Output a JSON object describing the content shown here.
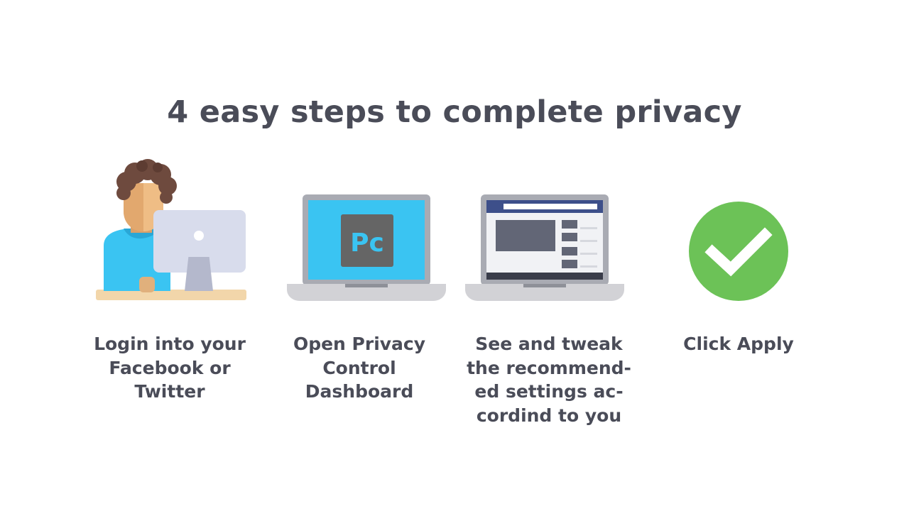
{
  "title": "4 easy steps to complete privacy",
  "steps": [
    {
      "illustration": "person-at-computer-icon",
      "caption": "Login into your\nFacebook or\nTwitter"
    },
    {
      "illustration": "laptop-pc-logo-icon",
      "logo_text": "Pc",
      "caption": "Open Privacy\nControl\nDashboard"
    },
    {
      "illustration": "laptop-webpage-icon",
      "caption": "See and tweak\nthe recommend-\ned settings ac-\ncordind to you"
    },
    {
      "illustration": "green-checkmark-icon",
      "caption": "Click Apply"
    }
  ],
  "colors": {
    "text": "#4a4c58",
    "screen_blue": "#3ac4f2",
    "check_green": "#6cc257",
    "header_blue": "#3d4f8a"
  }
}
